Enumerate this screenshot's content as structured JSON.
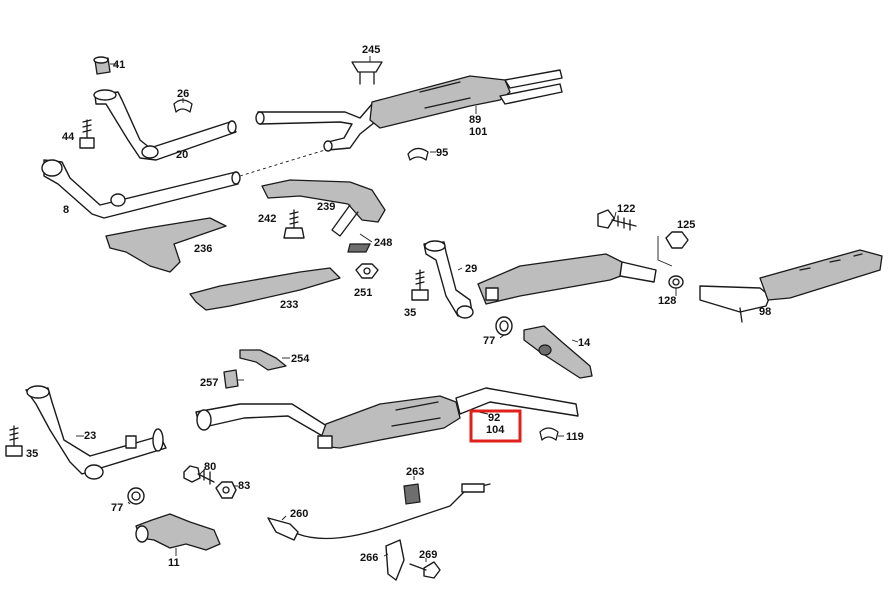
{
  "colors": {
    "highlight": "#e0201a",
    "line": "#1a1a1a",
    "shade": "#bdbdbd"
  },
  "labels": {
    "l41": "41",
    "l26": "26",
    "l44": "44",
    "l20": "20",
    "l8": "8",
    "l245": "245",
    "l89": "89",
    "l101": "101",
    "l95": "95",
    "l239": "239",
    "l242": "242",
    "l248": "248",
    "l236": "236",
    "l251": "251",
    "l233": "233",
    "l122": "122",
    "l125": "125",
    "l29": "29",
    "l35a": "35",
    "l128": "128",
    "l98": "98",
    "l77a": "77",
    "l14": "14",
    "l254": "254",
    "l257": "257",
    "l23": "23",
    "l35b": "35",
    "l92": "92",
    "l104": "104",
    "l119": "119",
    "l80": "80",
    "l83": "83",
    "l77b": "77",
    "l263": "263",
    "l260": "260",
    "l266": "266",
    "l269": "269",
    "l11": "11"
  }
}
